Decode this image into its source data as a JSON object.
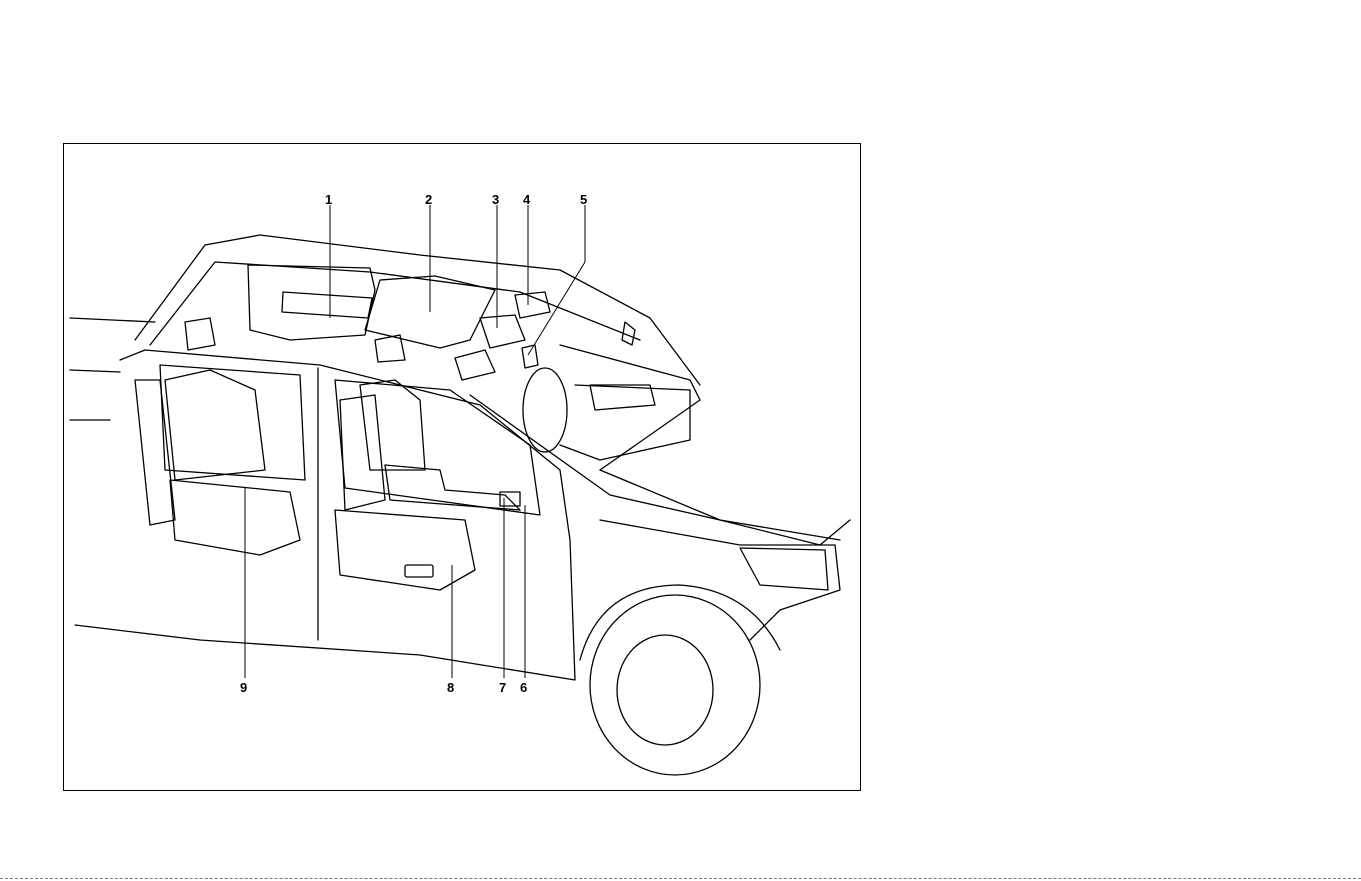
{
  "figure": {
    "callouts": [
      {
        "id": "1",
        "label": "1"
      },
      {
        "id": "2",
        "label": "2"
      },
      {
        "id": "3",
        "label": "3"
      },
      {
        "id": "4",
        "label": "4"
      },
      {
        "id": "5",
        "label": "5"
      },
      {
        "id": "6",
        "label": "6"
      },
      {
        "id": "7",
        "label": "7"
      },
      {
        "id": "8",
        "label": "8"
      },
      {
        "id": "9",
        "label": "9"
      }
    ]
  },
  "colors": {
    "line": "#000000",
    "background": "#ffffff"
  }
}
